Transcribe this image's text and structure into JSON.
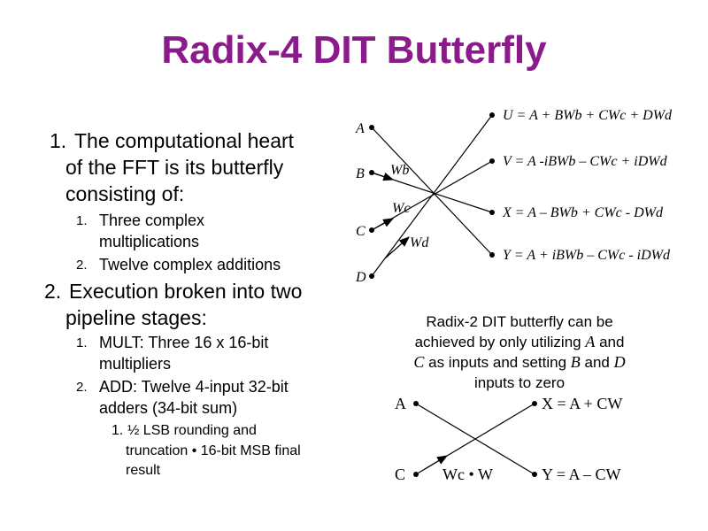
{
  "title": "Radix-4 DIT Butterfly",
  "bullets": [
    {
      "num": "1.",
      "lines": [
        "The computational heart",
        "of the FFT is its butterfly",
        "consisting of:"
      ],
      "sub": [
        {
          "num": "1.",
          "lines": [
            "Three complex",
            "multiplications"
          ]
        },
        {
          "num": "2.",
          "lines": [
            "Twelve complex additions"
          ]
        }
      ]
    },
    {
      "num": "2.",
      "lines": [
        "Execution broken into two",
        "pipeline stages:"
      ],
      "sub": [
        {
          "num": "1.",
          "lines": [
            "MULT: Three 16 x 16-bit",
            "multipliers"
          ]
        },
        {
          "num": "2.",
          "lines": [
            "ADD: Twelve 4-input 32-bit",
            "adders (34-bit sum)"
          ]
        }
      ],
      "subsub": {
        "num": "1.",
        "lines": [
          "½ LSB rounding and",
          "truncation • 16-bit MSB final",
          "result"
        ]
      }
    }
  ],
  "radix4_diagram": {
    "inputs": [
      "A",
      "B",
      "C",
      "D"
    ],
    "twiddles": [
      "Wb",
      "Wc",
      "Wd"
    ],
    "outputs": [
      "U = A + BWb + CWc + DWd",
      "V = A -iBWb – CWc + iDWd",
      "X = A – BWb + CWc - DWd",
      "Y = A + iBWb – CWc - iDWd"
    ]
  },
  "caption": {
    "line1": "Radix-2 DIT butterfly can be",
    "line2a": "achieved by only utilizing ",
    "A": "A",
    "line2b": " and",
    "C": "C",
    "line3a": " as inputs and setting ",
    "B": "B",
    "line3b": " and ",
    "D": "D",
    "line4": "inputs to zero"
  },
  "radix2_diagram": {
    "in_a": "A",
    "in_c": "C",
    "twiddle": "Wc • W",
    "out_x": "X = A + CW",
    "out_y": "Y = A – CW"
  }
}
